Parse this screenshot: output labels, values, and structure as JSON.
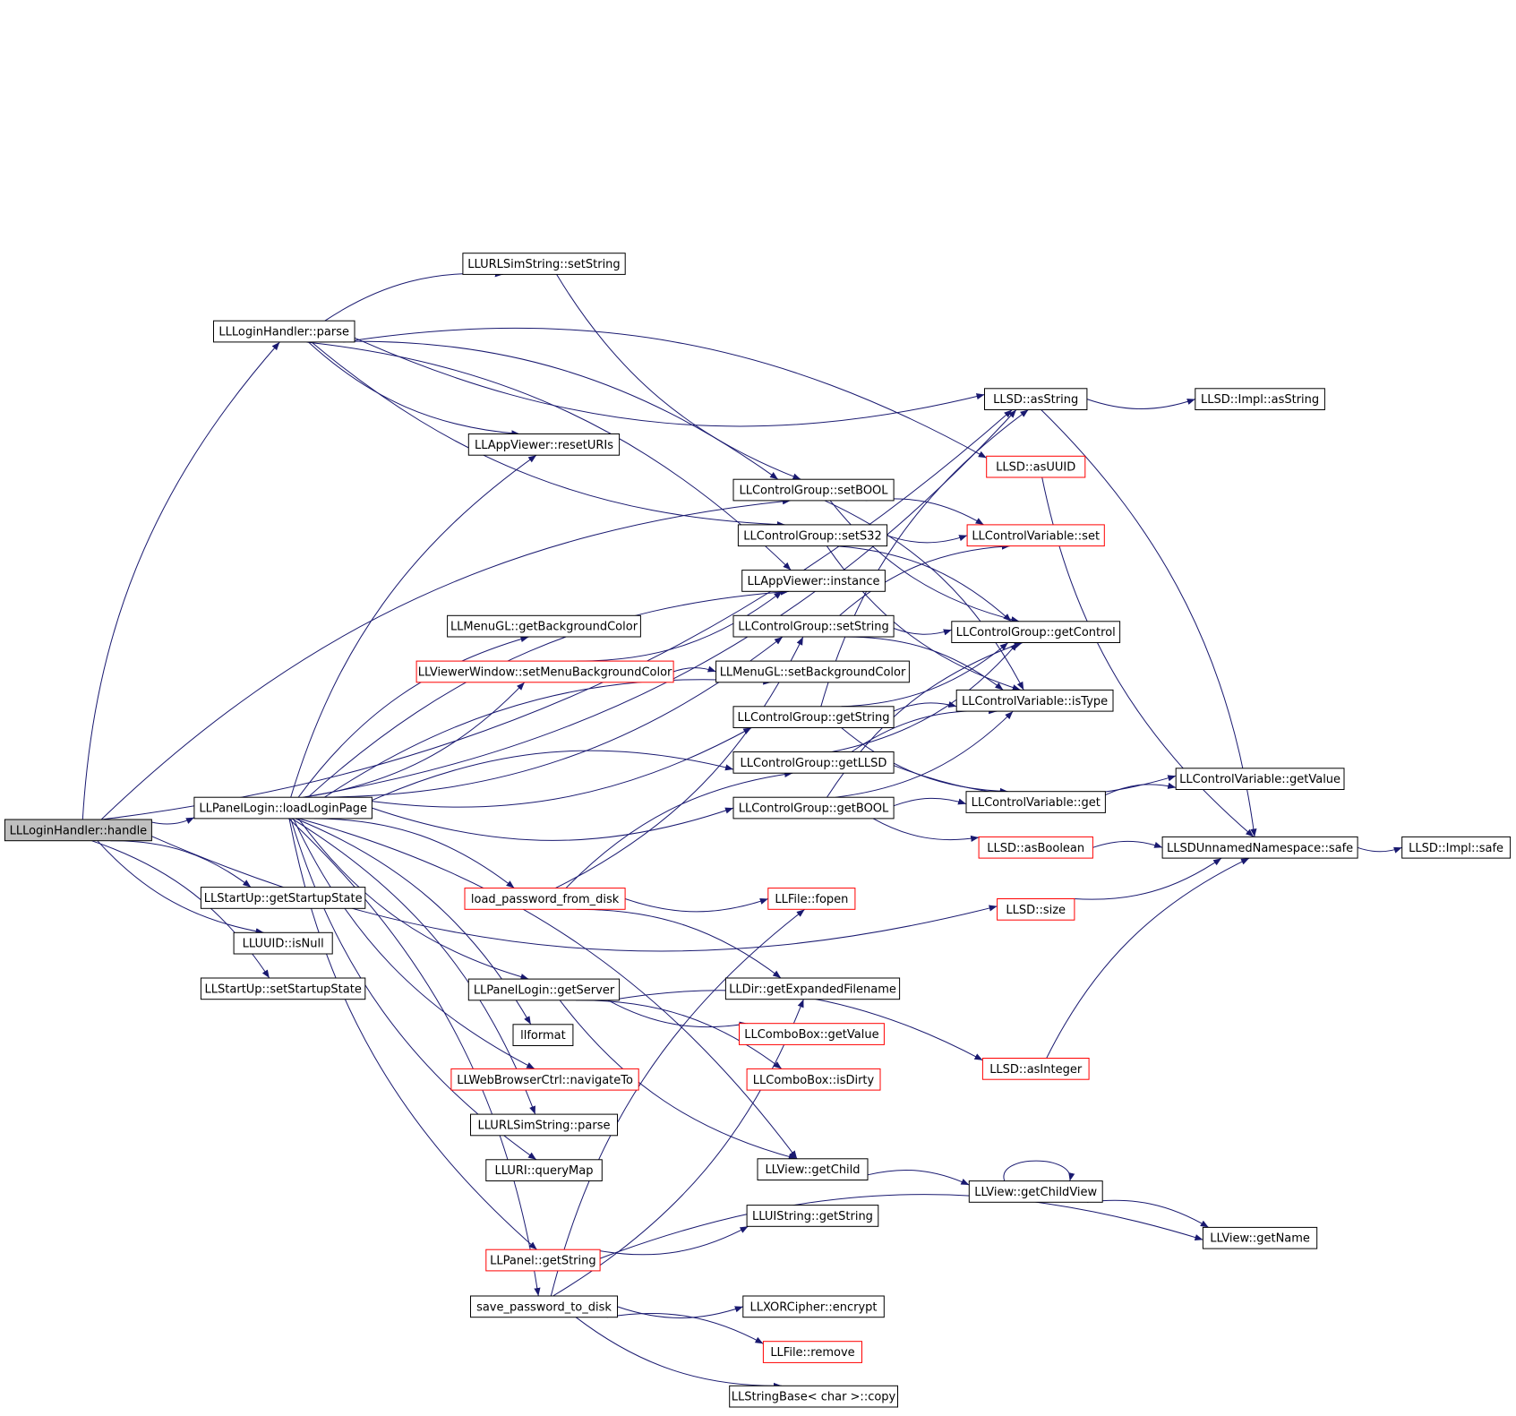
{
  "colors": {
    "edge": "#191970",
    "node_border_normal": "#000000",
    "node_border_truncated": "#ff0000",
    "root_fill": "#bfbfbf",
    "node_fill": "#ffffff"
  },
  "nodes": [
    {
      "id": "handle",
      "label": "LLLoginHandler::handle",
      "kind": "root"
    },
    {
      "id": "parse",
      "label": "LLLoginHandler::parse",
      "kind": "normal"
    },
    {
      "id": "loadLoginPage",
      "label": "LLPanelLogin::loadLoginPage",
      "kind": "normal"
    },
    {
      "id": "getStartupState",
      "label": "LLStartUp::getStartupState",
      "kind": "normal"
    },
    {
      "id": "isNull",
      "label": "LLUUID::isNull",
      "kind": "normal"
    },
    {
      "id": "setStartupState",
      "label": "LLStartUp::setStartupState",
      "kind": "normal"
    },
    {
      "id": "urlSetString",
      "label": "LLURLSimString::setString",
      "kind": "normal"
    },
    {
      "id": "resetURIs",
      "label": "LLAppViewer::resetURIs",
      "kind": "normal"
    },
    {
      "id": "getBackgroundColor",
      "label": "LLMenuGL::getBackgroundColor",
      "kind": "normal"
    },
    {
      "id": "setMenuBgColor",
      "label": "LLViewerWindow::setMenuBackgroundColor",
      "kind": "truncated"
    },
    {
      "id": "loadPassword",
      "label": "load_password_from_disk",
      "kind": "truncated"
    },
    {
      "id": "getServer",
      "label": "LLPanelLogin::getServer",
      "kind": "normal"
    },
    {
      "id": "llformat",
      "label": "llformat",
      "kind": "normal"
    },
    {
      "id": "navigateTo",
      "label": "LLWebBrowserCtrl::navigateTo",
      "kind": "truncated"
    },
    {
      "id": "urlParse",
      "label": "LLURLSimString::parse",
      "kind": "normal"
    },
    {
      "id": "queryMap",
      "label": "LLURI::queryMap",
      "kind": "normal"
    },
    {
      "id": "panelGetString",
      "label": "LLPanel::getString",
      "kind": "truncated"
    },
    {
      "id": "savePassword",
      "label": "save_password_to_disk",
      "kind": "normal"
    },
    {
      "id": "setBOOL",
      "label": "LLControlGroup::setBOOL",
      "kind": "normal"
    },
    {
      "id": "setS32",
      "label": "LLControlGroup::setS32",
      "kind": "normal"
    },
    {
      "id": "instance",
      "label": "LLAppViewer::instance",
      "kind": "normal"
    },
    {
      "id": "cgSetString",
      "label": "LLControlGroup::setString",
      "kind": "normal"
    },
    {
      "id": "setBackgroundColor",
      "label": "LLMenuGL::setBackgroundColor",
      "kind": "normal"
    },
    {
      "id": "cgGetString",
      "label": "LLControlGroup::getString",
      "kind": "normal"
    },
    {
      "id": "getLLSD",
      "label": "LLControlGroup::getLLSD",
      "kind": "normal"
    },
    {
      "id": "getBOOL",
      "label": "LLControlGroup::getBOOL",
      "kind": "normal"
    },
    {
      "id": "fopen",
      "label": "LLFile::fopen",
      "kind": "truncated"
    },
    {
      "id": "getExpandedFilename",
      "label": "LLDir::getExpandedFilename",
      "kind": "normal"
    },
    {
      "id": "comboGetValue",
      "label": "LLComboBox::getValue",
      "kind": "truncated"
    },
    {
      "id": "comboIsDirty",
      "label": "LLComboBox::isDirty",
      "kind": "truncated"
    },
    {
      "id": "viewGetChild",
      "label": "LLView::getChild",
      "kind": "normal"
    },
    {
      "id": "uiGetString",
      "label": "LLUIString::getString",
      "kind": "normal"
    },
    {
      "id": "encrypt",
      "label": "LLXORCipher::encrypt",
      "kind": "normal"
    },
    {
      "id": "remove",
      "label": "LLFile::remove",
      "kind": "truncated"
    },
    {
      "id": "copy",
      "label": "LLStringBase< char >::copy",
      "kind": "normal"
    },
    {
      "id": "asString",
      "label": "LLSD::asString",
      "kind": "normal"
    },
    {
      "id": "asUUID",
      "label": "LLSD::asUUID",
      "kind": "truncated"
    },
    {
      "id": "cvSet",
      "label": "LLControlVariable::set",
      "kind": "truncated"
    },
    {
      "id": "getControl",
      "label": "LLControlGroup::getControl",
      "kind": "normal"
    },
    {
      "id": "isType",
      "label": "LLControlVariable::isType",
      "kind": "normal"
    },
    {
      "id": "cvGet",
      "label": "LLControlVariable::get",
      "kind": "normal"
    },
    {
      "id": "asBoolean",
      "label": "LLSD::asBoolean",
      "kind": "truncated"
    },
    {
      "id": "llsdSize",
      "label": "LLSD::size",
      "kind": "truncated"
    },
    {
      "id": "asInteger",
      "label": "LLSD::asInteger",
      "kind": "truncated"
    },
    {
      "id": "getChildView",
      "label": "LLView::getChildView",
      "kind": "normal"
    },
    {
      "id": "implAsString",
      "label": "LLSD::Impl::asString",
      "kind": "normal"
    },
    {
      "id": "cvGetValue",
      "label": "LLControlVariable::getValue",
      "kind": "normal"
    },
    {
      "id": "safe",
      "label": "LLSDUnnamedNamespace::safe",
      "kind": "normal"
    },
    {
      "id": "implSafe",
      "label": "LLSD::Impl::safe",
      "kind": "normal"
    },
    {
      "id": "getName",
      "label": "LLView::getName",
      "kind": "normal"
    }
  ],
  "edges": [
    [
      "handle",
      "parse"
    ],
    [
      "handle",
      "loadLoginPage"
    ],
    [
      "handle",
      "getStartupState"
    ],
    [
      "handle",
      "isNull"
    ],
    [
      "handle",
      "setStartupState"
    ],
    [
      "handle",
      "asString"
    ],
    [
      "handle",
      "setBOOL"
    ],
    [
      "handle",
      "llsdSize"
    ],
    [
      "parse",
      "urlSetString"
    ],
    [
      "parse",
      "resetURIs"
    ],
    [
      "parse",
      "setBOOL"
    ],
    [
      "parse",
      "setS32"
    ],
    [
      "parse",
      "instance"
    ],
    [
      "parse",
      "asString"
    ],
    [
      "parse",
      "asUUID"
    ],
    [
      "urlSetString",
      "setBOOL"
    ],
    [
      "loadLoginPage",
      "resetURIs"
    ],
    [
      "loadLoginPage",
      "asString"
    ],
    [
      "loadLoginPage",
      "instance"
    ],
    [
      "loadLoginPage",
      "cgSetString"
    ],
    [
      "loadLoginPage",
      "getBackgroundColor"
    ],
    [
      "loadLoginPage",
      "setMenuBgColor"
    ],
    [
      "loadLoginPage",
      "setBackgroundColor"
    ],
    [
      "loadLoginPage",
      "cgGetString"
    ],
    [
      "loadLoginPage",
      "getLLSD"
    ],
    [
      "loadLoginPage",
      "getBOOL"
    ],
    [
      "loadLoginPage",
      "loadPassword"
    ],
    [
      "loadLoginPage",
      "getServer"
    ],
    [
      "loadLoginPage",
      "llformat"
    ],
    [
      "loadLoginPage",
      "navigateTo"
    ],
    [
      "loadLoginPage",
      "urlParse"
    ],
    [
      "loadLoginPage",
      "queryMap"
    ],
    [
      "loadLoginPage",
      "viewGetChild"
    ],
    [
      "loadLoginPage",
      "panelGetString"
    ],
    [
      "loadLoginPage",
      "savePassword"
    ],
    [
      "setMenuBgColor",
      "instance"
    ],
    [
      "setMenuBgColor",
      "setBackgroundColor"
    ],
    [
      "loadPassword",
      "cgSetString"
    ],
    [
      "loadPassword",
      "getLLSD"
    ],
    [
      "loadPassword",
      "fopen"
    ],
    [
      "loadPassword",
      "getExpandedFilename"
    ],
    [
      "getServer",
      "comboGetValue"
    ],
    [
      "getServer",
      "comboIsDirty"
    ],
    [
      "getServer",
      "viewGetChild"
    ],
    [
      "getServer",
      "asInteger"
    ],
    [
      "panelGetString",
      "uiGetString"
    ],
    [
      "panelGetString",
      "getName"
    ],
    [
      "savePassword",
      "getExpandedFilename"
    ],
    [
      "savePassword",
      "fopen"
    ],
    [
      "savePassword",
      "encrypt"
    ],
    [
      "savePassword",
      "remove"
    ],
    [
      "savePassword",
      "copy"
    ],
    [
      "setBOOL",
      "cvSet"
    ],
    [
      "setBOOL",
      "getControl"
    ],
    [
      "setBOOL",
      "isType"
    ],
    [
      "setS32",
      "cvSet"
    ],
    [
      "setS32",
      "getControl"
    ],
    [
      "setS32",
      "isType"
    ],
    [
      "cgSetString",
      "cvSet"
    ],
    [
      "cgSetString",
      "getControl"
    ],
    [
      "cgSetString",
      "isType"
    ],
    [
      "cgGetString",
      "getControl"
    ],
    [
      "cgGetString",
      "isType"
    ],
    [
      "cgGetString",
      "cvGet"
    ],
    [
      "cgGetString",
      "asString"
    ],
    [
      "getLLSD",
      "getControl"
    ],
    [
      "getLLSD",
      "isType"
    ],
    [
      "getLLSD",
      "cvGetValue"
    ],
    [
      "getBOOL",
      "getControl"
    ],
    [
      "getBOOL",
      "isType"
    ],
    [
      "getBOOL",
      "cvGet"
    ],
    [
      "getBOOL",
      "asBoolean"
    ],
    [
      "cvGet",
      "cvGetValue"
    ],
    [
      "asString",
      "implAsString"
    ],
    [
      "asString",
      "safe"
    ],
    [
      "asUUID",
      "safe"
    ],
    [
      "asBoolean",
      "safe"
    ],
    [
      "llsdSize",
      "safe"
    ],
    [
      "asInteger",
      "safe"
    ],
    [
      "safe",
      "implSafe"
    ],
    [
      "viewGetChild",
      "getChildView"
    ],
    [
      "getChildView",
      "getChildView"
    ],
    [
      "getChildView",
      "getName"
    ]
  ]
}
